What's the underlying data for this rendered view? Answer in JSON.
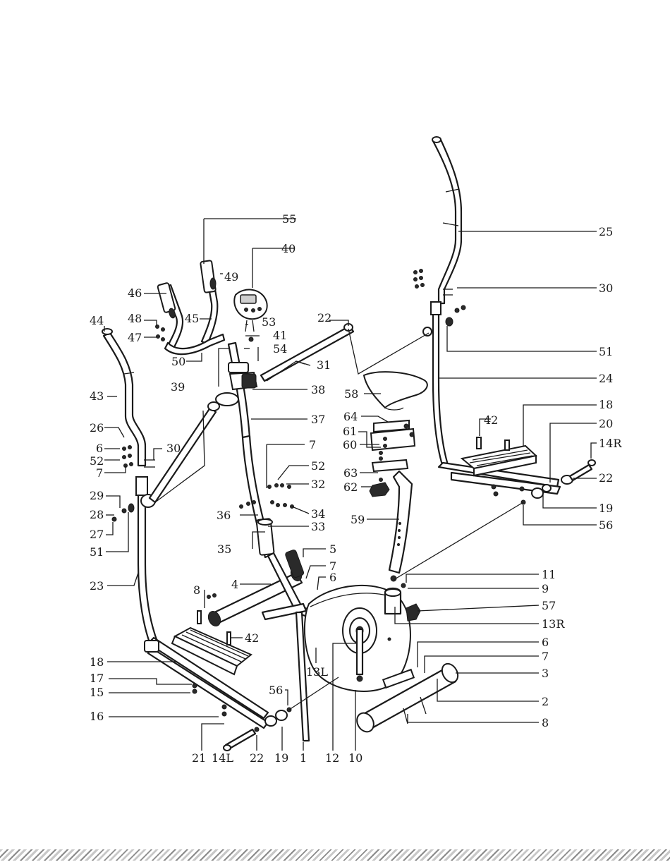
{
  "part_labels": [
    {
      "id": "55",
      "text": "55"
    },
    {
      "id": "40",
      "text": "40"
    },
    {
      "id": "49",
      "text": "49"
    },
    {
      "id": "46",
      "text": "46"
    },
    {
      "id": "48",
      "text": "48"
    },
    {
      "id": "45",
      "text": "45"
    },
    {
      "id": "53",
      "text": "53"
    },
    {
      "id": "47",
      "text": "47"
    },
    {
      "id": "41",
      "text": "41"
    },
    {
      "id": "54",
      "text": "54"
    },
    {
      "id": "44",
      "text": "44"
    },
    {
      "id": "22a",
      "text": "22"
    },
    {
      "id": "50",
      "text": "50"
    },
    {
      "id": "31",
      "text": "31"
    },
    {
      "id": "39",
      "text": "39"
    },
    {
      "id": "38",
      "text": "38"
    },
    {
      "id": "43",
      "text": "43"
    },
    {
      "id": "37",
      "text": "37"
    },
    {
      "id": "58",
      "text": "58"
    },
    {
      "id": "64",
      "text": "64"
    },
    {
      "id": "26",
      "text": "26"
    },
    {
      "id": "6a",
      "text": "6"
    },
    {
      "id": "30a",
      "text": "30"
    },
    {
      "id": "52a",
      "text": "52"
    },
    {
      "id": "7a",
      "text": "7"
    },
    {
      "id": "61",
      "text": "61"
    },
    {
      "id": "60",
      "text": "60"
    },
    {
      "id": "7b",
      "text": "7"
    },
    {
      "id": "52b",
      "text": "52"
    },
    {
      "id": "63",
      "text": "63"
    },
    {
      "id": "62",
      "text": "62"
    },
    {
      "id": "32",
      "text": "32"
    },
    {
      "id": "29",
      "text": "29"
    },
    {
      "id": "28",
      "text": "28"
    },
    {
      "id": "36",
      "text": "36"
    },
    {
      "id": "34",
      "text": "34"
    },
    {
      "id": "27",
      "text": "27"
    },
    {
      "id": "59",
      "text": "59"
    },
    {
      "id": "33",
      "text": "33"
    },
    {
      "id": "51a",
      "text": "51"
    },
    {
      "id": "35",
      "text": "35"
    },
    {
      "id": "5",
      "text": "5"
    },
    {
      "id": "7c",
      "text": "7"
    },
    {
      "id": "23",
      "text": "23"
    },
    {
      "id": "4",
      "text": "4"
    },
    {
      "id": "6b",
      "text": "6"
    },
    {
      "id": "8a",
      "text": "8"
    },
    {
      "id": "42a",
      "text": "42"
    },
    {
      "id": "18a",
      "text": "18"
    },
    {
      "id": "13L",
      "text": "13L"
    },
    {
      "id": "17",
      "text": "17"
    },
    {
      "id": "15",
      "text": "15"
    },
    {
      "id": "56a",
      "text": "56"
    },
    {
      "id": "16",
      "text": "16"
    },
    {
      "id": "21",
      "text": "21"
    },
    {
      "id": "14L",
      "text": "14L"
    },
    {
      "id": "22b",
      "text": "22"
    },
    {
      "id": "19a",
      "text": "19"
    },
    {
      "id": "1",
      "text": "1"
    },
    {
      "id": "12",
      "text": "12"
    },
    {
      "id": "10",
      "text": "10"
    },
    {
      "id": "25",
      "text": "25"
    },
    {
      "id": "30b",
      "text": "30"
    },
    {
      "id": "51b",
      "text": "51"
    },
    {
      "id": "24",
      "text": "24"
    },
    {
      "id": "18b",
      "text": "18"
    },
    {
      "id": "42b",
      "text": "42"
    },
    {
      "id": "20",
      "text": "20"
    },
    {
      "id": "14R",
      "text": "14R"
    },
    {
      "id": "22c",
      "text": "22"
    },
    {
      "id": "19b",
      "text": "19"
    },
    {
      "id": "56b",
      "text": "56"
    },
    {
      "id": "11",
      "text": "11"
    },
    {
      "id": "9",
      "text": "9"
    },
    {
      "id": "57",
      "text": "57"
    },
    {
      "id": "13R",
      "text": "13R"
    },
    {
      "id": "6c",
      "text": "6"
    },
    {
      "id": "7d",
      "text": "7"
    },
    {
      "id": "3",
      "text": "3"
    },
    {
      "id": "2",
      "text": "2"
    },
    {
      "id": "8b",
      "text": "8"
    }
  ]
}
